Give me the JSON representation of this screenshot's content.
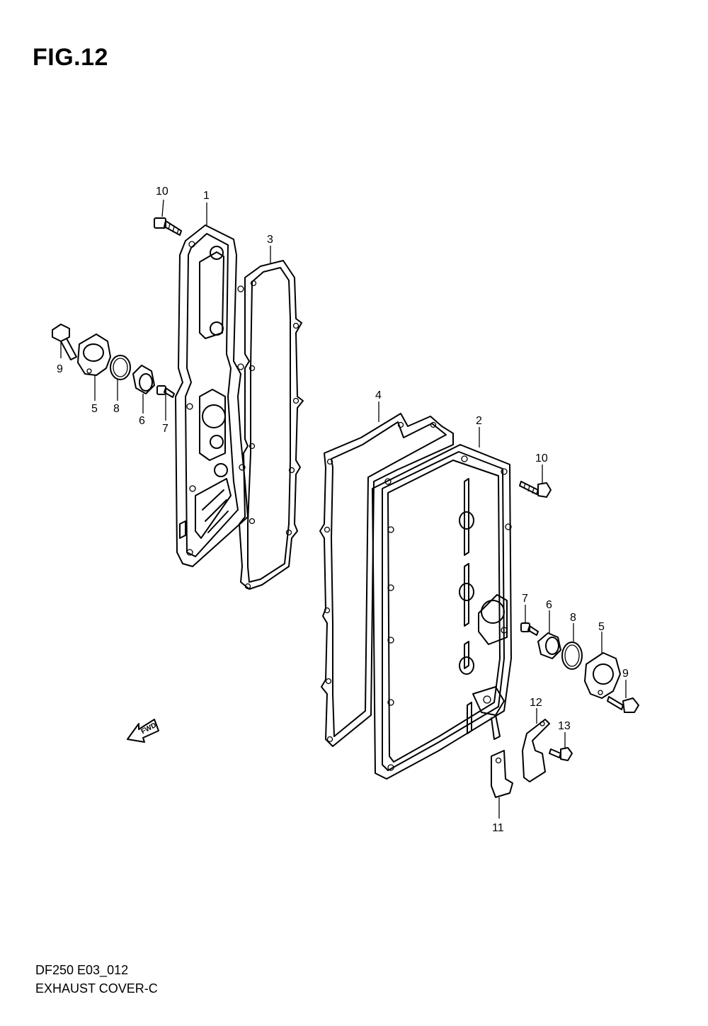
{
  "figure": {
    "title": "FIG.12",
    "model_code": "DF250 E03_012",
    "name": "EXHAUST COVER-C"
  },
  "direction_arrow": {
    "label": "FWD",
    "icon": "fwd-arrow-icon"
  },
  "callouts": [
    {
      "id": "c1",
      "number": "1"
    },
    {
      "id": "c2",
      "number": "2"
    },
    {
      "id": "c3",
      "number": "3"
    },
    {
      "id": "c4",
      "number": "4"
    },
    {
      "id": "c5a",
      "number": "5"
    },
    {
      "id": "c5b",
      "number": "5"
    },
    {
      "id": "c6a",
      "number": "6"
    },
    {
      "id": "c6b",
      "number": "6"
    },
    {
      "id": "c7a",
      "number": "7"
    },
    {
      "id": "c7b",
      "number": "7"
    },
    {
      "id": "c8a",
      "number": "8"
    },
    {
      "id": "c8b",
      "number": "8"
    },
    {
      "id": "c9a",
      "number": "9"
    },
    {
      "id": "c9b",
      "number": "9"
    },
    {
      "id": "c10a",
      "number": "10"
    },
    {
      "id": "c10b",
      "number": "10"
    },
    {
      "id": "c11",
      "number": "11"
    },
    {
      "id": "c12",
      "number": "12"
    },
    {
      "id": "c13",
      "number": "13"
    }
  ]
}
